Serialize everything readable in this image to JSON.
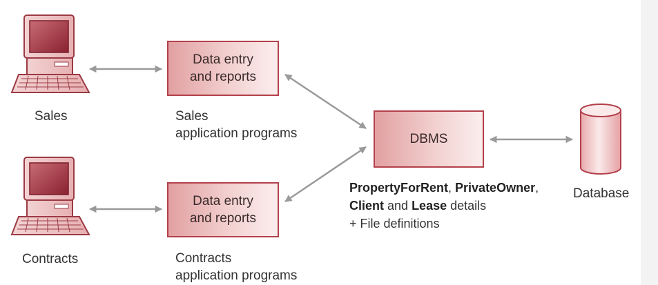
{
  "nodes": {
    "sales_terminal": {
      "label": "Sales"
    },
    "contracts_terminal": {
      "label": "Contracts"
    },
    "sales_app": {
      "box_line1": "Data entry",
      "box_line2": "and reports",
      "caption_line1": "Sales",
      "caption_line2": "application programs"
    },
    "contracts_app": {
      "box_line1": "Data entry",
      "box_line2": "and reports",
      "caption_line1": "Contracts",
      "caption_line2": "application programs"
    },
    "dbms": {
      "label": "DBMS",
      "details": {
        "t1": "PropertyForRent",
        "t2": ", ",
        "t3": "PrivateOwner",
        "t4": ",",
        "t5": "Client",
        "t6": " and ",
        "t7": "Lease",
        "t8": " details",
        "t9": "+ File definitions"
      }
    },
    "database": {
      "label": "Database"
    }
  },
  "colors": {
    "box_border": "#b3404a",
    "box_fill_dark": "#e2a0a2",
    "box_fill_light": "#fbeeee",
    "arrow": "#9a9a9a",
    "text": "#333333"
  }
}
